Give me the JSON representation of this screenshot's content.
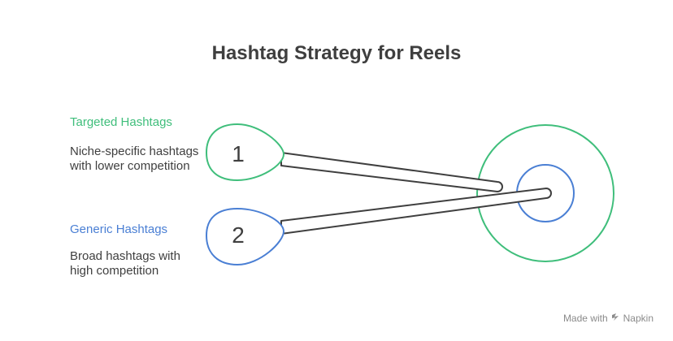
{
  "title": "Hashtag Strategy for Reels",
  "items": [
    {
      "number": "1",
      "title": "Targeted Hashtags",
      "description": "Niche-specific hashtags with lower competition",
      "color": "#3fbe7b"
    },
    {
      "number": "2",
      "title": "Generic Hashtags",
      "description": "Broad hashtags with high competition",
      "color": "#4a7fd4"
    }
  ],
  "footer": {
    "made_with": "Made with",
    "brand": "Napkin",
    "brand_icon": "napkin-logo-icon"
  }
}
